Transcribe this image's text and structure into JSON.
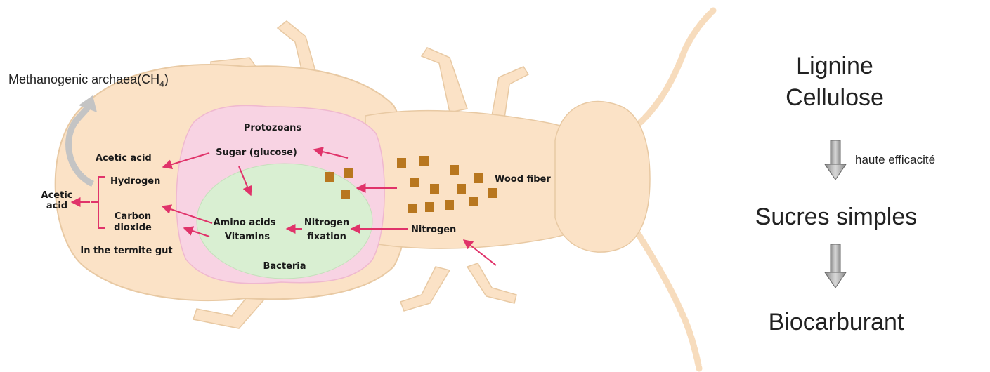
{
  "diagram": {
    "top_label_main": "Methanogenic archaea(CH",
    "top_label_sub": "4",
    "top_label_end": ")",
    "gut_labels": {
      "protozoans": "Protozoans",
      "sugar": "Sugar (glucose)",
      "acetic_acid_top": "Acetic acid",
      "hydrogen": "Hydrogen",
      "acetic_acid_left_1": "Acetic",
      "acetic_acid_left_2": "acid",
      "carbon_1": "Carbon",
      "carbon_2": "dioxide",
      "termite_gut": "In the termite gut",
      "amino_acids": "Amino acids",
      "vitamins": "Vitamins",
      "nitrogen_fix_1": "Nitrogen",
      "nitrogen_fix_2": "fixation",
      "bacteria": "Bacteria",
      "wood_fiber": "Wood fiber",
      "nitrogen": "Nitrogen"
    },
    "colors": {
      "body": "#fbe2c6",
      "body_outline": "#e8c9a3",
      "protozoa_zone": "#f8d3e3",
      "bacteria_zone": "#d9efd2",
      "arrow": "#e0336a",
      "wood_chip": "#b8771f",
      "gray_arrow": "#c4c4c4"
    }
  },
  "process": {
    "step1_line1": "Lignine",
    "step1_line2": "Cellulose",
    "step_note": "haute efficacité",
    "step2": "Sucres simples",
    "step3": "Biocarburant"
  }
}
